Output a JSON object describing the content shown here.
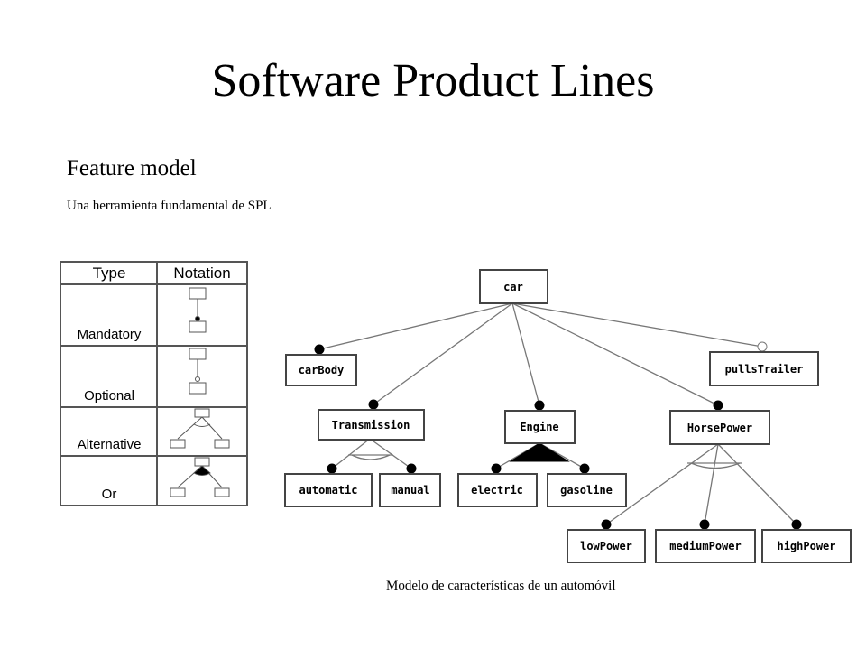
{
  "slide": {
    "title": "Software Product Lines",
    "subtitle": "Feature model",
    "lead": "Una herramienta fundamental de SPL",
    "caption": "Modelo de características de un automóvil"
  },
  "legend": {
    "headers": {
      "type": "Type",
      "notation": "Notation"
    },
    "rows": [
      {
        "label": "Mandatory"
      },
      {
        "label": "Optional"
      },
      {
        "label": "Alternative"
      },
      {
        "label": "Or"
      }
    ]
  },
  "feature_model": {
    "nodes": {
      "car": "car",
      "carBody": "carBody",
      "pullsTrailer": "pullsTrailer",
      "transmission": "Transmission",
      "engine": "Engine",
      "horsePower": "HorsePower",
      "automatic": "automatic",
      "manual": "manual",
      "electric": "electric",
      "gasoline": "gasoline",
      "lowPower": "lowPower",
      "mediumPower": "mediumPower",
      "highPower": "highPower"
    }
  }
}
